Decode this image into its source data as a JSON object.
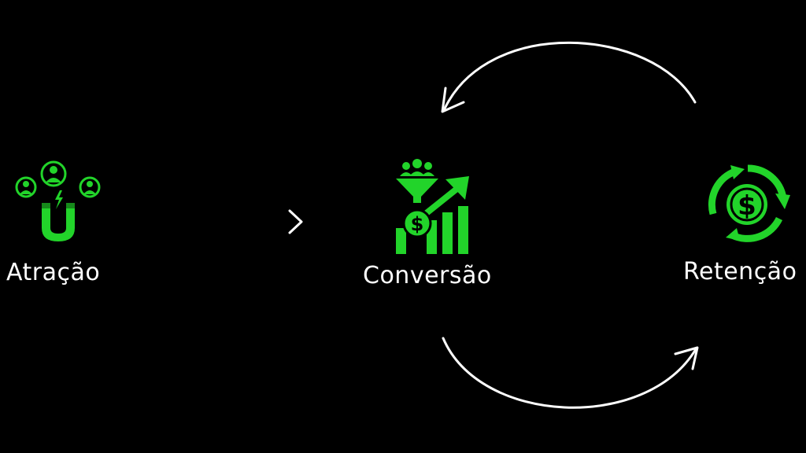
{
  "colors": {
    "background": "#000000",
    "icon_green": "#22d42a",
    "arrow": "#ffffff",
    "text": "#ffffff"
  },
  "stages": {
    "atracao": {
      "label": "Atração",
      "icon": "magnet-people-icon"
    },
    "conversao": {
      "label": "Conversão",
      "icon": "funnel-growth-chart-icon"
    },
    "retencao": {
      "label": "Retenção",
      "icon": "dollar-cycle-icon"
    }
  },
  "connectors": [
    {
      "from": "atracao",
      "to": "conversao",
      "style": "straight-arrow"
    },
    {
      "from": "retencao",
      "to": "conversao",
      "style": "curved-arrow-top"
    },
    {
      "from": "conversao",
      "to": "retencao",
      "style": "curved-arrow-bottom"
    }
  ]
}
